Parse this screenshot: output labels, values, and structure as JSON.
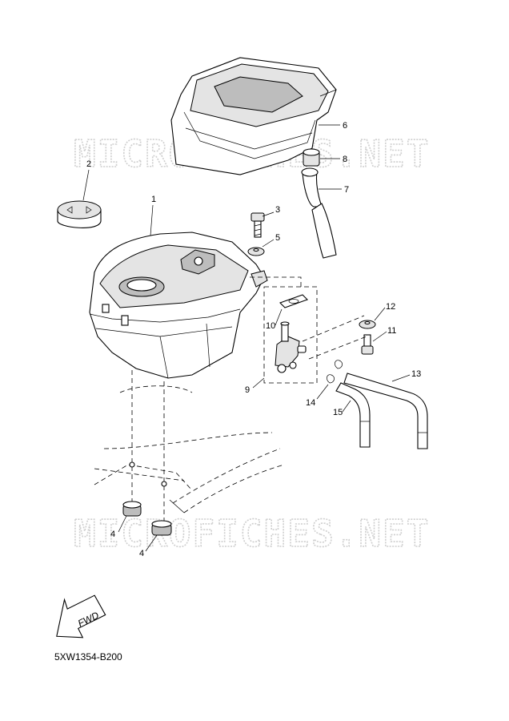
{
  "watermark": "MICROFICHES.NET",
  "diagram_code": "5XW1354-B200",
  "fwd_label": "FWD",
  "callouts": {
    "c1": "1",
    "c2": "2",
    "c3": "3",
    "c4a": "4",
    "c4b": "4",
    "c5": "5",
    "c6": "6",
    "c7": "7",
    "c8": "8",
    "c9": "9",
    "c10": "10",
    "c11": "11",
    "c12": "12",
    "c13": "13",
    "c14": "14",
    "c15": "15"
  }
}
